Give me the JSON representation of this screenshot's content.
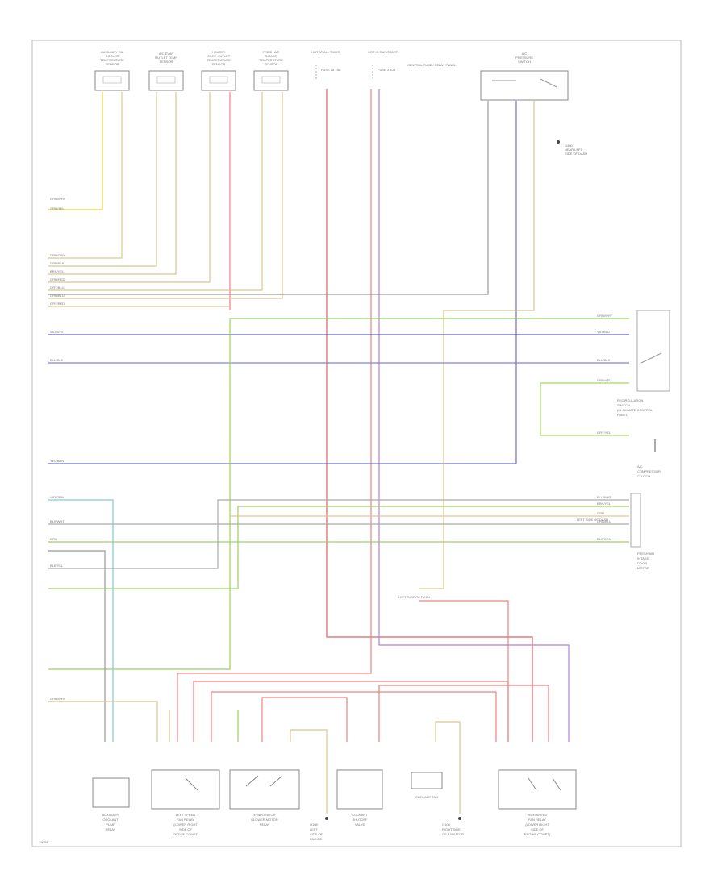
{
  "diagram": {
    "footer_code": "Z9088",
    "top_components": [
      {
        "id": "c1",
        "lines": [
          "AUXILIARY OIL",
          "COOLER",
          "TEMPERATURE",
          "SENSOR"
        ]
      },
      {
        "id": "c2",
        "lines": [
          "A/C EVAP",
          "OUTLET TEMP",
          "SENSOR"
        ]
      },
      {
        "id": "c3",
        "lines": [
          "HEATER",
          "CORE OUTLET",
          "TEMPERATURE",
          "SENSOR"
        ]
      },
      {
        "id": "c4",
        "lines": [
          "FRESH AIR",
          "INTAKE",
          "TEMPERATURE",
          "SENSOR"
        ]
      }
    ],
    "fuse_labels": [
      "HOT AT ALL TIMES",
      "HOT IN RUN/START",
      "FUSE 28 15A",
      "FUSE 3 10A"
    ],
    "fuse_note": [
      "CENTRAL FUSE / RELAY PANEL"
    ],
    "pressure_switch": [
      "A/C",
      "PRESSURE",
      "SWITCH"
    ],
    "ground_top": [
      "G400",
      "NEAR LEFT",
      "SIDE OF DASH"
    ],
    "right_side": {
      "recirc": [
        "RECIRCULATION",
        "SWITCH",
        "(IN CLIMATE CONTROL",
        "PANEL)"
      ],
      "ac_compressor": [
        "A/C",
        "COMPRESSOR",
        "CLUTCH"
      ],
      "fresh_air": [
        "FRESH AIR",
        "INTAKE",
        "DOOR",
        "MOTOR"
      ],
      "left_dash": "LEFT SIDE OF DASH"
    },
    "wire_labels_left": [
      "GRN/WHT",
      "GRN/YEL",
      "GRN/GRY",
      "GRN/BLK",
      "BRN/YEL",
      "GRN/RED",
      "GRY/BLU",
      "GRN/BLU",
      "GRY/RED",
      "VIO/WHT",
      "BLU/BLK",
      "YEL/BRN",
      "VIO/GRN",
      "BLK/WHT",
      "GRN",
      "BLK/YEL",
      "GRN/WHT"
    ],
    "wire_labels_right": [
      "GRN/WHT",
      "VIO/BLU",
      "BLU/BLK",
      "GRN/YEL",
      "GRY/YEL",
      "BLU/WHT",
      "BRN/YEL",
      "GRN",
      "GRN/BLU",
      "BLK/GRN"
    ],
    "mid_label": "LEFT SIDE OF DASH",
    "bottom_components": [
      {
        "id": "b1",
        "lines": [
          "AUXILIARY",
          "COOLANT",
          "PUMP",
          "RELAY"
        ]
      },
      {
        "id": "b2",
        "lines": [
          "LEFT SPEED",
          "FAN RELAY",
          "(LOWER RIGHT",
          "SIDE OF",
          "ENGINE COMPT)"
        ]
      },
      {
        "id": "b3",
        "lines": [
          "EVAPORATOR",
          "BLOWER MOTOR",
          "RELAY"
        ]
      },
      {
        "id": "b4",
        "lines": [
          "COOLANT",
          "SHUTOFF",
          "VALVE"
        ]
      },
      {
        "id": "b5",
        "lines": [
          "G108",
          "LEFT",
          "SIDE OF",
          "ENGINE"
        ]
      },
      {
        "id": "b6",
        "lines": [
          "G108",
          "RIGHT SIDE",
          "OF RADIATOR"
        ]
      },
      {
        "id": "b7",
        "lines": [
          "HIGH SPEED",
          "FAN RELAY",
          "(LOWER RIGHT",
          "SIDE OF",
          "ENGINE COMPT)"
        ]
      }
    ],
    "coolant_tag": "COOLANT TAG"
  }
}
